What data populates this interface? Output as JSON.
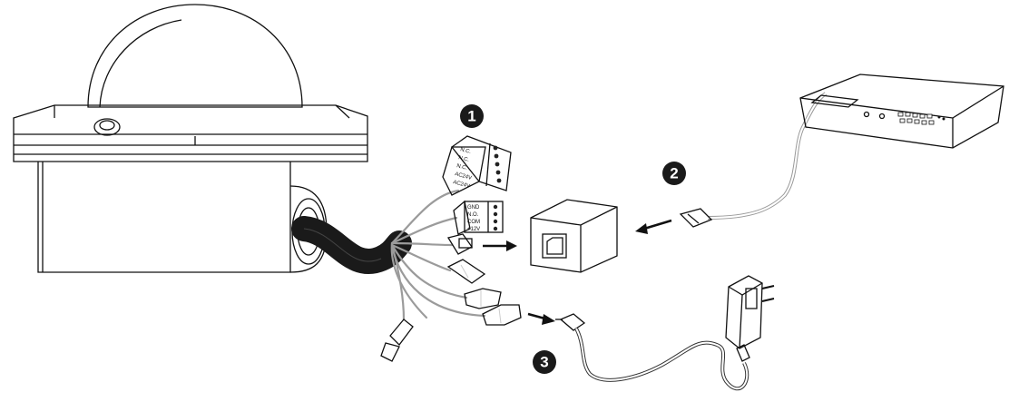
{
  "steps": [
    {
      "number": "1"
    },
    {
      "number": "2"
    },
    {
      "number": "3"
    }
  ],
  "terminal_block_top": {
    "labels": [
      "N.C.",
      "N.C.",
      "N.C.",
      "AC24V",
      "AC24V"
    ]
  },
  "terminal_block_bottom": {
    "labels": [
      "GND",
      "N.O.",
      "COM",
      "+12V"
    ]
  },
  "colors": {
    "line": "#111111",
    "wire": "#9b9b9b",
    "cable": "#1a1a1a",
    "marker": "#1a1a1a"
  },
  "icons": [
    "dome-camera-icon",
    "terminal-block-icon",
    "rj45-coupler-icon",
    "network-switch-icon",
    "power-adapter-icon",
    "arrow-icon"
  ]
}
